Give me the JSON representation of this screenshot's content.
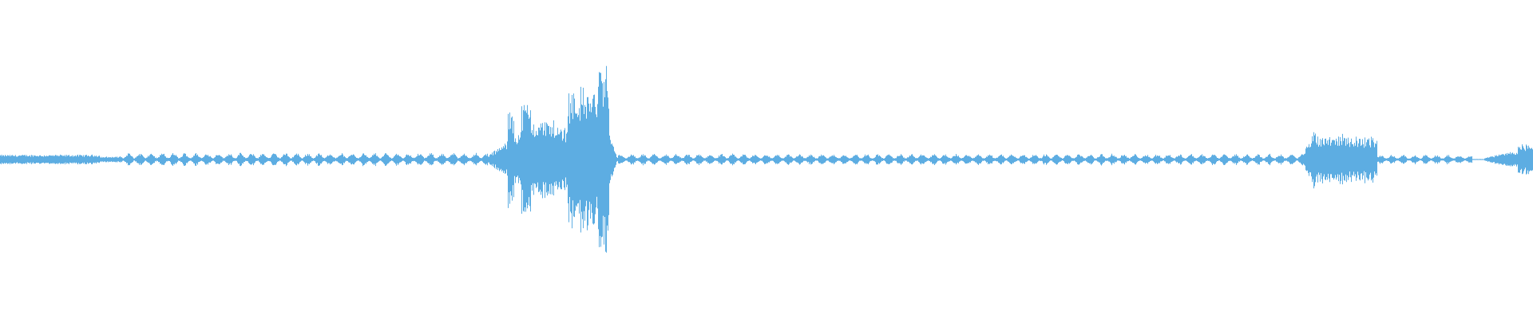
{
  "waveform": {
    "color": "#5DADE2",
    "background": "#FFFFFF",
    "segments": [
      {
        "start": 0.0,
        "end": 0.065,
        "amp": 0.05,
        "kind": "noise"
      },
      {
        "start": 0.065,
        "end": 0.078,
        "amp": 0.03,
        "kind": "noise"
      },
      {
        "start": 0.078,
        "end": 0.318,
        "amp": 0.07,
        "kind": "pulses"
      },
      {
        "start": 0.318,
        "end": 0.331,
        "amp": 0.2,
        "kind": "rise"
      },
      {
        "start": 0.331,
        "end": 0.335,
        "amp": 0.52,
        "kind": "burst"
      },
      {
        "start": 0.335,
        "end": 0.34,
        "amp": 0.3,
        "kind": "burst"
      },
      {
        "start": 0.34,
        "end": 0.346,
        "amp": 0.6,
        "kind": "burst"
      },
      {
        "start": 0.346,
        "end": 0.362,
        "amp": 0.42,
        "kind": "burst"
      },
      {
        "start": 0.362,
        "end": 0.37,
        "amp": 0.35,
        "kind": "burst"
      },
      {
        "start": 0.37,
        "end": 0.39,
        "amp": 0.75,
        "kind": "burst"
      },
      {
        "start": 0.39,
        "end": 0.397,
        "amp": 1.0,
        "kind": "burst"
      },
      {
        "start": 0.397,
        "end": 0.403,
        "amp": 0.3,
        "kind": "decay"
      },
      {
        "start": 0.403,
        "end": 0.85,
        "amp": 0.06,
        "kind": "pulses"
      },
      {
        "start": 0.85,
        "end": 0.858,
        "amp": 0.35,
        "kind": "rise"
      },
      {
        "start": 0.858,
        "end": 0.88,
        "amp": 0.26,
        "kind": "burst"
      },
      {
        "start": 0.88,
        "end": 0.898,
        "amp": 0.24,
        "kind": "burst"
      },
      {
        "start": 0.898,
        "end": 0.96,
        "amp": 0.05,
        "kind": "pulses"
      },
      {
        "start": 0.96,
        "end": 0.968,
        "amp": 0.0,
        "kind": "silence"
      },
      {
        "start": 0.968,
        "end": 0.99,
        "amp": 0.1,
        "kind": "rise"
      },
      {
        "start": 0.99,
        "end": 1.0,
        "amp": 0.16,
        "kind": "burst"
      }
    ]
  }
}
